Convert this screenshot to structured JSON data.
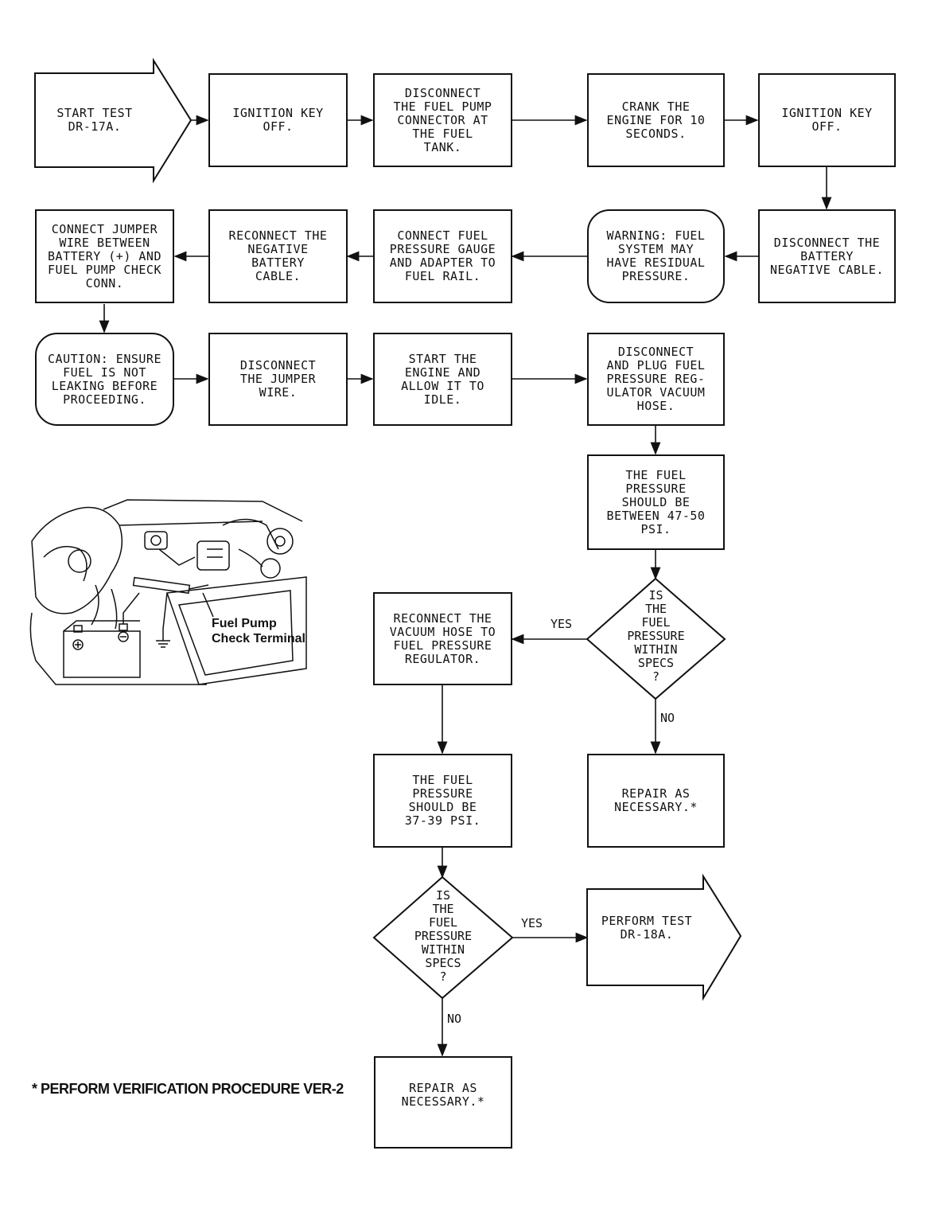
{
  "steps": {
    "start": "START TEST\nDR-17A.",
    "ign_off_1": "IGNITION KEY\nOFF.",
    "disconnect_pump": "DISCONNECT\nTHE FUEL PUMP\nCONNECTOR AT\nTHE FUEL\nTANK.",
    "crank": "CRANK THE\nENGINE FOR 10\nSECONDS.",
    "ign_off_2": "IGNITION KEY\nOFF.",
    "disconnect_battery": "DISCONNECT THE\nBATTERY\nNEGATIVE CABLE.",
    "warning": "WARNING: FUEL\nSYSTEM MAY\nHAVE RESIDUAL\nPRESSURE.",
    "connect_gauge": "CONNECT FUEL\nPRESSURE GAUGE\nAND ADAPTER TO\nFUEL RAIL.",
    "reconnect_battery": "RECONNECT THE\nNEGATIVE\nBATTERY\nCABLE.",
    "connect_jumper": "CONNECT JUMPER\nWIRE BETWEEN\nBATTERY (+) AND\nFUEL PUMP CHECK\nCONN.",
    "caution": "CAUTION: ENSURE\nFUEL IS NOT\nLEAKING BEFORE\nPROCEEDING.",
    "disconnect_jumper": "DISCONNECT\nTHE JUMPER\nWIRE.",
    "start_engine": "START THE\nENGINE AND\nALLOW IT TO\nIDLE.",
    "disconnect_vacuum": "DISCONNECT\nAND PLUG FUEL\nPRESSURE REG-\nULATOR VACUUM\nHOSE.",
    "pressure_47_50": "THE FUEL\nPRESSURE\nSHOULD BE\nBETWEEN 47-50\nPSI.",
    "decision_1": "IS\nTHE\nFUEL\nPRESSURE\nWITHIN\nSPECS\n?",
    "reconnect_vacuum": "RECONNECT THE\nVACUUM HOSE TO\nFUEL PRESSURE\nREGULATOR.",
    "repair_1": "REPAIR AS\nNECESSARY.*",
    "pressure_37_39": "THE FUEL\nPRESSURE\nSHOULD BE\n37-39 PSI.",
    "decision_2": "IS\nTHE\nFUEL\nPRESSURE\nWITHIN\nSPECS\n?",
    "perform_test": "PERFORM TEST\nDR-18A.",
    "repair_2": "REPAIR AS\nNECESSARY.*"
  },
  "labels": {
    "yes_1": "YES",
    "no_1": "NO",
    "yes_2": "YES",
    "no_2": "NO"
  },
  "illustration": {
    "caption": "Fuel Pump\nCheck Terminal"
  },
  "footnote": "* PERFORM VERIFICATION PROCEDURE VER-2"
}
